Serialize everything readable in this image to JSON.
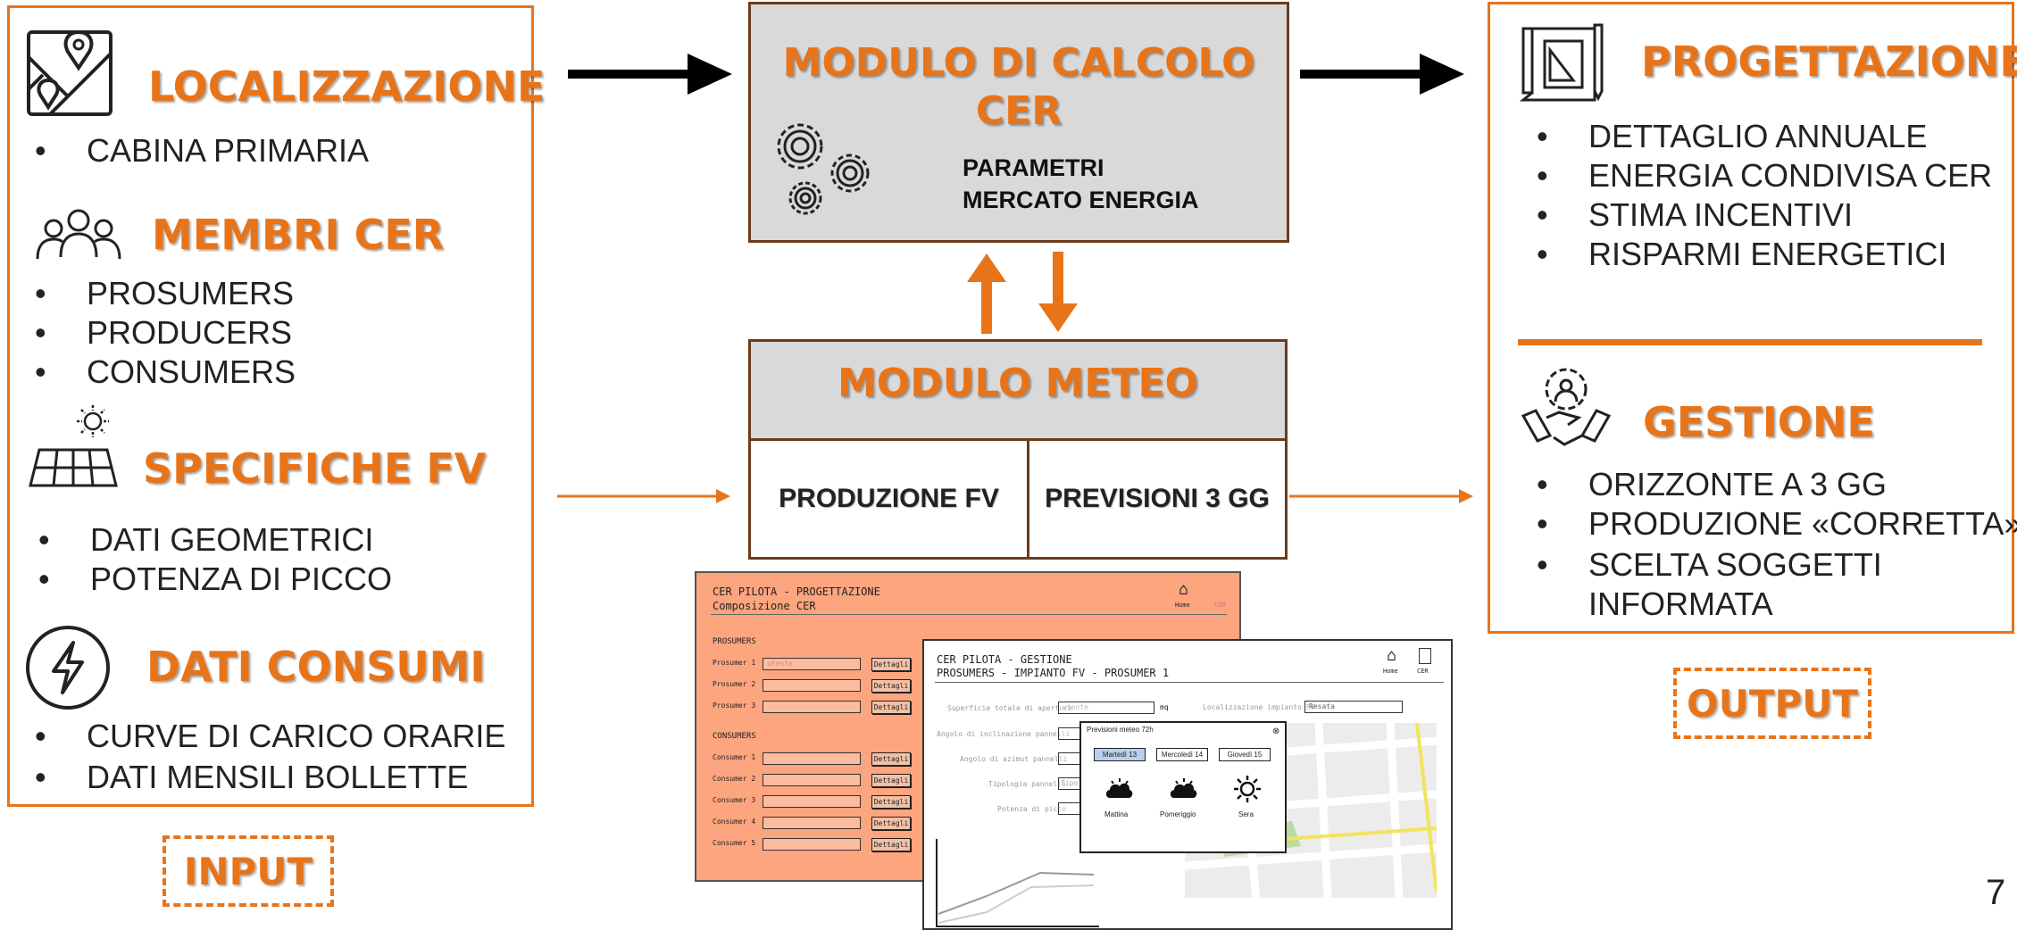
{
  "input": {
    "localizzazione": {
      "title": "LOCALIZZAZIONE",
      "items": [
        "CABINA PRIMARIA"
      ]
    },
    "membri": {
      "title": "MEMBRI CER",
      "items": [
        "PROSUMERS",
        "PRODUCERS",
        "CONSUMERS"
      ]
    },
    "specifiche": {
      "title": "SPECIFICHE FV",
      "items": [
        "DATI GEOMETRICI",
        "POTENZA DI PICCO"
      ]
    },
    "consumi": {
      "title": "DATI CONSUMI",
      "items": [
        "CURVE DI CARICO ORARIE",
        "DATI MENSILI BOLLETTE"
      ]
    },
    "label": "INPUT"
  },
  "calcolo": {
    "title_line1": "MODULO DI CALCOLO",
    "title_line2": "CER",
    "param_line1": "PARAMETRI",
    "param_line2": "MERCATO ENERGIA"
  },
  "meteo": {
    "title": "MODULO METEO",
    "cell_left": "PRODUZIONE FV",
    "cell_right": "PREVISIONI 3 GG"
  },
  "output": {
    "progettazione": {
      "title": "PROGETTAZIONE",
      "items": [
        "DETTAGLIO ANNUALE",
        "ENERGIA CONDIVISA CER",
        "STIMA INCENTIVI",
        "RISPARMI ENERGETICI"
      ]
    },
    "gestione": {
      "title": "GESTIONE",
      "items": [
        "ORIZZONTE A 3 GG",
        "PRODUZIONE «CORRETTA»",
        "SCELTA SOGGETTI",
        "INFORMATA"
      ]
    },
    "label": "OUTPUT"
  },
  "mock_progettazione": {
    "title": "CER PILOTA - PROGETTAZIONE",
    "subtitle": "Composizione CER",
    "home": "Home",
    "cer": "CER",
    "prosumers_header": "PROSUMERS",
    "prosumers": [
      "Prosumer 1",
      "Prosumer 2",
      "Prosumer 3"
    ],
    "prosumer_placeholder": "utente",
    "consumers_header": "CONSUMERS",
    "consumers": [
      "Consumer 1",
      "Consumer 2",
      "Consumer 3",
      "Consumer 4",
      "Consumer 5"
    ],
    "details_button": "Dettagli"
  },
  "mock_gestione": {
    "title": "CER PILOTA - GESTIONE",
    "subtitle": "PROSUMERS - IMPIANTO FV - PROSUMER 1",
    "home": "Home",
    "cer": "CER",
    "fields": [
      "Superficie totale di aperture",
      "Angolo di inclinazione pannelli",
      "Angolo di azimut pannelli",
      "Tipologia pannello",
      "Potenza di picco"
    ],
    "field_placeholder": "utente",
    "unit_mq": "mq",
    "location_label": "Localizzazione impianto FV",
    "location_value": "Resata",
    "tipologia_placeholder": "Tipolo",
    "popup": {
      "title": "Previsioni meteo 72h",
      "days": [
        "Martedì 13",
        "Mercoledì 14",
        "Giovedì 15"
      ],
      "slots": [
        "Mattina",
        "Pomeriggio",
        "Sera"
      ],
      "close": "⊗"
    }
  },
  "page_number": "7",
  "colors": {
    "accent": "#e8741a",
    "box_grey": "#d9d9d9",
    "box_border": "#6b3b1c",
    "mock_bg": "#fca57f"
  }
}
